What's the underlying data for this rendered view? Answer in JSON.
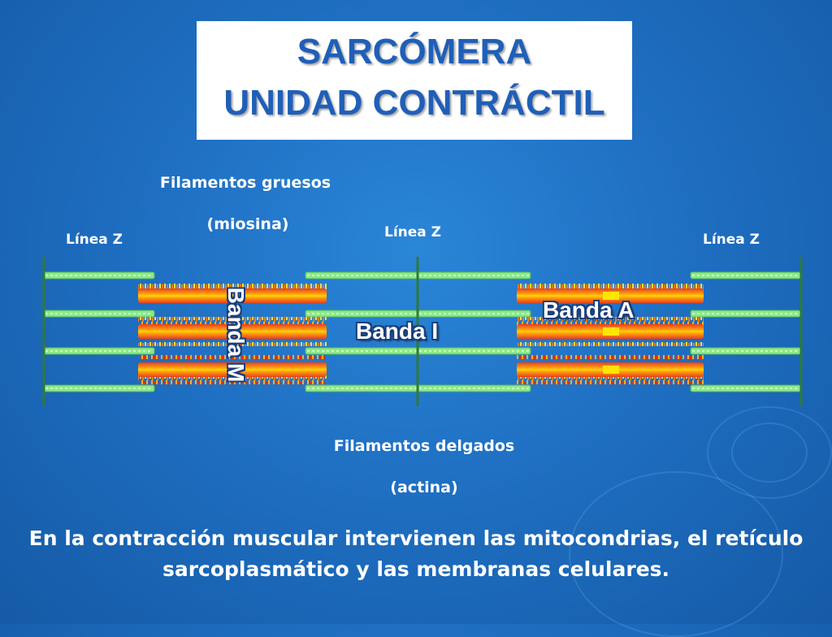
{
  "title": {
    "line1": "SARCÓMERA",
    "line2": "UNIDAD CONTRÁCTIL"
  },
  "labels": {
    "thick_line1": "Filamentos gruesos",
    "thick_line2": "(miosina)",
    "z_left": "Línea Z",
    "z_center": "Línea Z",
    "z_right": "Línea Z",
    "thin_line1": "Filamentos delgados",
    "thin_line2": "(actina)",
    "band_i": "Banda I",
    "band_a": "Banda A",
    "band_m": "Banda M"
  },
  "footer": "En la contracción muscular intervienen las mitocondrias, el retículo sarcoplasmático y las membranas celulares.",
  "colors": {
    "title_text": "#1f5fb8",
    "actin": "#8ee88a",
    "myosin_core": "#ffcc00",
    "myosin_edge": "#e8401c",
    "z_line": "#2e7a3a"
  }
}
